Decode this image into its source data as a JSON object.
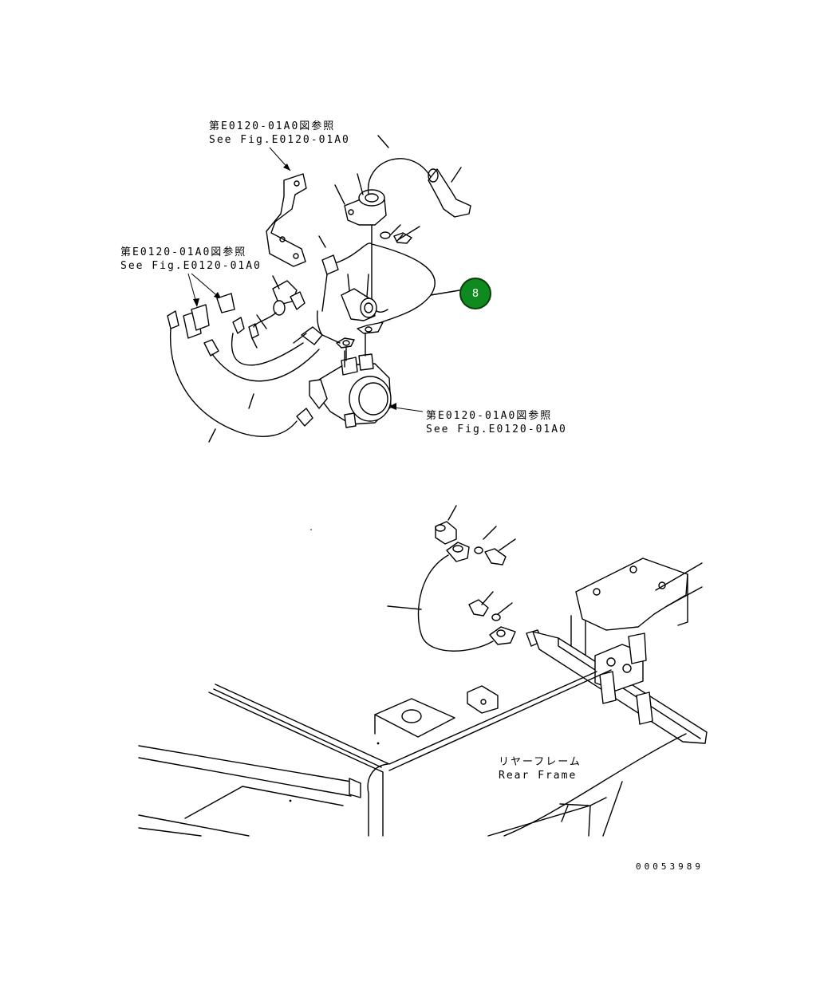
{
  "labels": {
    "ref_top_jp": "第E0120-01A0図参照",
    "ref_top_en": "See Fig.E0120-01A0",
    "ref_left_jp": "第E0120-01A0図参照",
    "ref_left_en": "See Fig.E0120-01A0",
    "ref_right_jp": "第E0120-01A0図参照",
    "ref_right_en": "See Fig.E0120-01A0",
    "frame_jp": "リヤーフレーム",
    "frame_en": "Rear Frame",
    "drawing_no": "00053989"
  },
  "callout": {
    "number": "8",
    "color": "#0e8a1e"
  }
}
